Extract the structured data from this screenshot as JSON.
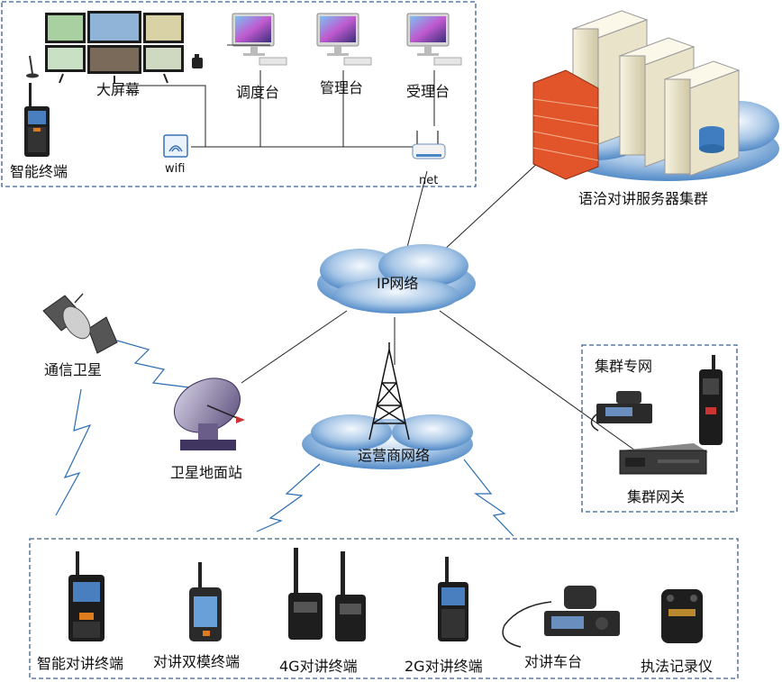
{
  "diagram": {
    "top_office": {
      "big_screen": "大屏幕",
      "dispatch_console": "调度台",
      "management_console": "管理台",
      "reception_console": "受理台",
      "smart_terminal": "智能终端",
      "wifi": "wifi",
      "net": "net"
    },
    "server_cluster": "语洽对讲服务器集群",
    "ip_network": "IP网络",
    "satellite": "通信卫星",
    "ground_station": "卫星地面站",
    "carrier_network": "运营商网络",
    "trunk_network": {
      "title": "集群专网",
      "gateway": "集群网关"
    },
    "terminals": {
      "smart_intercom": "智能对讲终端",
      "dual_mode": "对讲双模终端",
      "intercom_4g": "4G对讲终端",
      "intercom_2g": "2G对讲终端",
      "vehicle_radio": "对讲车台",
      "law_recorder": "执法记录仪"
    }
  },
  "colors": {
    "box_border": "#3a5f8f",
    "cloud_blue": "#4a86c5",
    "firewall": "#e2542a",
    "server": "#e9e4c9"
  }
}
